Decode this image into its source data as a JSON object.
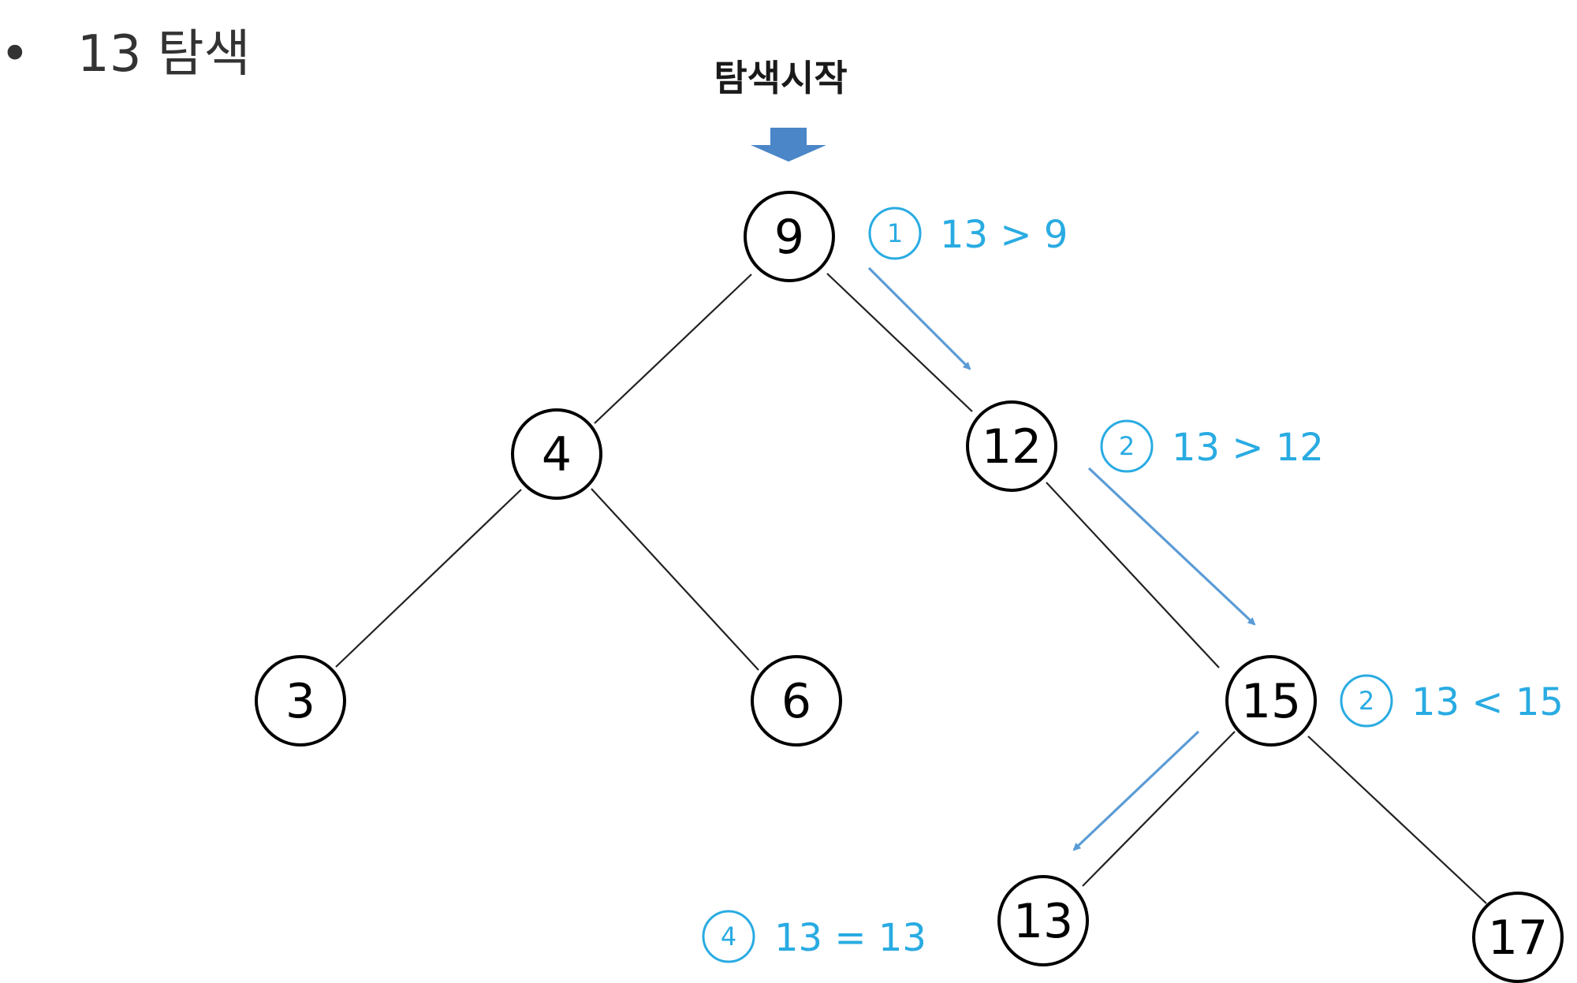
{
  "bullet": {
    "symbol": "•",
    "label": "13 탐색"
  },
  "start_label": "탐색시작",
  "tree": {
    "nodes": [
      {
        "id": "n9",
        "value": "9"
      },
      {
        "id": "n4",
        "value": "4"
      },
      {
        "id": "n12",
        "value": "12"
      },
      {
        "id": "n3",
        "value": "3"
      },
      {
        "id": "n6",
        "value": "6"
      },
      {
        "id": "n15",
        "value": "15"
      },
      {
        "id": "n13",
        "value": "13"
      },
      {
        "id": "n17",
        "value": "17"
      }
    ],
    "edges": [
      {
        "from": "9",
        "to": "4"
      },
      {
        "from": "9",
        "to": "12"
      },
      {
        "from": "4",
        "to": "3"
      },
      {
        "from": "4",
        "to": "6"
      },
      {
        "from": "12",
        "to": "15"
      },
      {
        "from": "15",
        "to": "13"
      },
      {
        "from": "15",
        "to": "17"
      }
    ]
  },
  "steps": [
    {
      "number": "1",
      "comparison": "13 > 9"
    },
    {
      "number": "2",
      "comparison": "13 > 12"
    },
    {
      "number": "2",
      "comparison": "13 < 15"
    },
    {
      "number": "4",
      "comparison": "13 = 13"
    }
  ],
  "colors": {
    "step_text": "#29abe2",
    "step_arrow": "#5b9bd5",
    "start_arrow": "#4a86c8",
    "node_stroke": "#000000"
  }
}
